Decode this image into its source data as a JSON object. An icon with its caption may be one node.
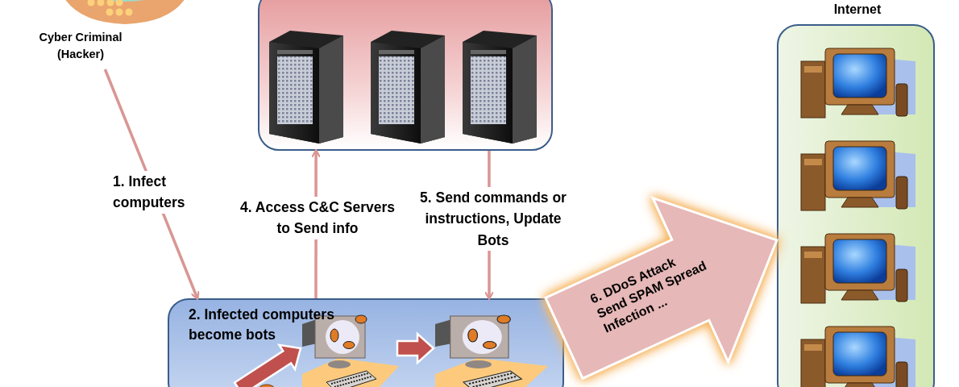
{
  "diagram": {
    "nodes": [
      {
        "text": [
          "Cyber Criminal (Hacker)"
        ]
      },
      {
        "text": [],
        "shape": "box"
      },
      {
        "text": [
          "Internet"
        ]
      },
      {
        "text": [
          "2. Infected computers become bots"
        ]
      },
      {
        "text": [],
        "shape": "picture",
        "in": 3
      },
      {
        "text": [],
        "shape": "picture",
        "in": 3
      }
    ],
    "edges": [
      {
        "from": 0,
        "to": 3,
        "arrow": "to",
        "label": "1. Infect computers"
      },
      {
        "from": 3,
        "to": 1,
        "arrow": "to",
        "label": "4. Access C&C Servers to Send info"
      },
      {
        "from": 1,
        "to": 3,
        "arrow": "to",
        "label": "5. Send commands or instructions, Update Bots"
      },
      {
        "from": 3,
        "to": 2,
        "arrow": "to",
        "label": "6. DDoS Attack Send SPAM Spread Infection ...",
        "style": "thick",
        "color": "#e6b8b7"
      },
      {
        "from": null,
        "to": 4,
        "arrow": "to",
        "style": "thick",
        "color": "#c0504d"
      },
      {
        "from": 4,
        "to": 5,
        "arrow": "to",
        "style": "thick",
        "color": "#c0504d"
      }
    ]
  }
}
